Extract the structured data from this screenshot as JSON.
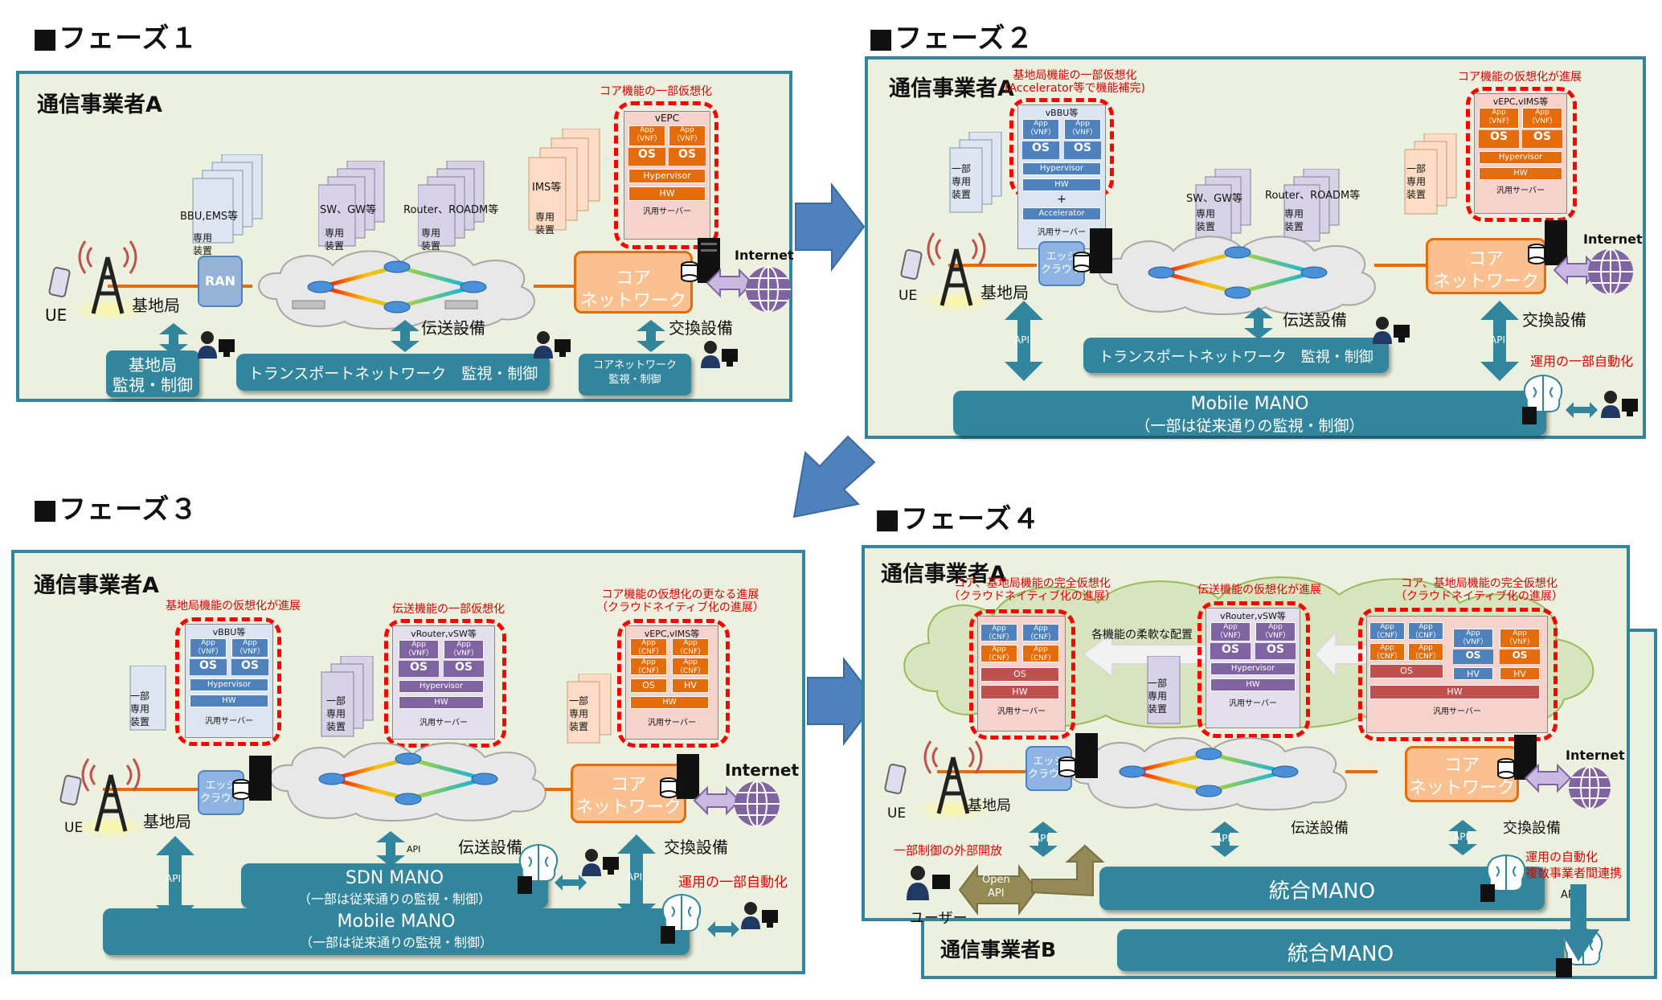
{
  "phases": [
    {
      "title": "■フェーズ１"
    },
    {
      "title": "■フェーズ２"
    },
    {
      "title": "■フェーズ３"
    },
    {
      "title": "■フェーズ４"
    }
  ],
  "p1": {
    "operator": "通信事業者A",
    "core_virt_note": "コア機能の一部仮想化",
    "vepc": "vEPC",
    "app_vnf": "App\n（VNF）",
    "os": "OS",
    "hypervisor": "Hypervisor",
    "hw": "HW",
    "general_server": "汎用サーバー",
    "bbu": "BBU,EMS等",
    "sw_gw": "SW、GW等",
    "router": "Router、ROADM等",
    "ims": "IMS等",
    "dedicated": "専用\n装置",
    "ran": "RAN",
    "ue": "UE",
    "base_station": "基地局",
    "transmission": "伝送設備",
    "exchange": "交換設備",
    "core_network": "コア\nネットワーク",
    "internet": "Internet",
    "bs_monitor": "基地局\n監視・制御",
    "tn_monitor": "トランスポートネットワーク　監視・制御",
    "cn_monitor": "コアネットワーク\n監視・制御"
  },
  "p2": {
    "operator": "通信事業者A",
    "bs_virt_note": "基地局機能の一部仮想化\n(Accelerator等で機能補完)",
    "core_virt_note": "コア機能の仮想化が進展",
    "vbbu": "vBBU等",
    "vepc": "vEPC,vIMS等",
    "accelerator": "Accelerator",
    "plus": "+",
    "partial_dedicated": "一部\n専用\n装置",
    "sw_gw": "SW、GW等",
    "router": "Router、ROADM等",
    "edge_cloud": "エッジ\nクラウド",
    "base_station": "基地局",
    "ue": "UE",
    "transmission": "伝送設備",
    "exchange": "交換設備",
    "core_network": "コア\nネットワーク",
    "internet": "Internet",
    "tn_monitor": "トランスポートネットワーク　監視・制御",
    "mobile_mano": "Mobile MANO",
    "mano_sub": "（一部は従来通りの監視・制御）",
    "api": "API",
    "automation": "運用の一部自動化"
  },
  "p3": {
    "operator": "通信事業者A",
    "bs_virt_note": "基地局機能の仮想化が進展",
    "tn_virt_note": "伝送機能の一部仮想化",
    "core_virt_note": "コア機能の仮想化の更なる進展\n（クラウドネイティブ化の進展）",
    "vbbu": "vBBU等",
    "vrouter": "vRouter,vSW等",
    "vepc": "vEPC,vIMS等",
    "app_cnf": "App\n（CNF）",
    "hv": "HV",
    "partial_dedicated": "一部\n専用\n装置",
    "edge_cloud": "エッジ\nクラウド",
    "base_station": "基地局",
    "ue": "UE",
    "transmission": "伝送設備",
    "exchange": "交換設備",
    "core_network": "コア\nネットワーク",
    "internet": "Internet",
    "sdn_mano": "SDN MANO",
    "mobile_mano": "Mobile MANO",
    "mano_sub": "（一部は従来通りの監視・制御）",
    "api": "API",
    "automation": "運用の一部自動化"
  },
  "p4": {
    "operator_a": "通信事業者A",
    "operator_b": "通信事業者B",
    "full_virt_note_left": "コア、基地局機能の完全仮想化\n（クラウドネイティブ化の進展）",
    "tn_virt_note": "伝送機能の仮想化が進展",
    "full_virt_note_right": "コア、基地局機能の完全仮想化\n（クラウドネイティブ化の進展）",
    "flexible": "各機能の柔軟な配置",
    "vrouter": "vRouter,vSW等",
    "partial_dedicated": "一部\n専用\n装置",
    "edge_cloud": "エッジ\nクラウド",
    "base_station": "基地局",
    "ue": "UE",
    "transmission": "伝送設備",
    "exchange": "交換設備",
    "core_network": "コア\nネットワーク",
    "internet": "Internet",
    "external_open": "一部制御の外部開放",
    "open_api": "Open\nAPI",
    "user": "ユーザー",
    "integrated_mano": "統合MANO",
    "api": "API",
    "automation": "運用の自動化\n複数事業者間連携"
  },
  "colors": {
    "panel_border": "#31859c",
    "panel_fill": "#ebf1de",
    "bar": "#31859c",
    "core_fill": "#fac090",
    "core_border": "#e46c0a",
    "dash_red": "#ff0000",
    "vnf_blue": "#4f81bd",
    "vnf_orange": "#e46c0a",
    "vnf_purple": "#8064a2",
    "arrow_blue": "#4f81bd"
  }
}
